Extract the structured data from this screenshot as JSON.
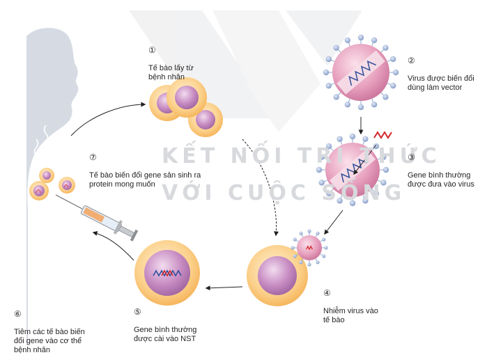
{
  "watermark": {
    "line1": "KẾT NỐI TRI THỨC",
    "line2": "VỚI CUỘC SỐNG"
  },
  "steps": [
    {
      "number": "①",
      "text": "Tế bào lấy từ\nbệnh nhân"
    },
    {
      "number": "②",
      "text": "Virus được biến đổi\ndùng làm vector"
    },
    {
      "number": "③",
      "text": "Gene bình thường\nđược đưa vào virus"
    },
    {
      "number": "④",
      "text": "Nhiễm virus vào\ntế bào"
    },
    {
      "number": "⑤",
      "text": "Gene bình thường\nđược cài vào NST"
    },
    {
      "number": "⑥",
      "text": "Tiêm các tế bào biến\nđổi gene vào cơ thể\nbệnh nhân"
    },
    {
      "number": "⑦",
      "text": "Tế bào biến đổi gene sản sinh ra\nprotein mong muốn"
    }
  ],
  "colors": {
    "silhouette": "#d6dbe3",
    "cell_outer": "#fbd08a",
    "cell_inner": "#c98fc4",
    "virus": "#e7a0bd",
    "spike": "#8fa6cf",
    "dna_blue": "#2f4f9a",
    "dna_red": "#d4262c",
    "arrow": "#231f20"
  }
}
